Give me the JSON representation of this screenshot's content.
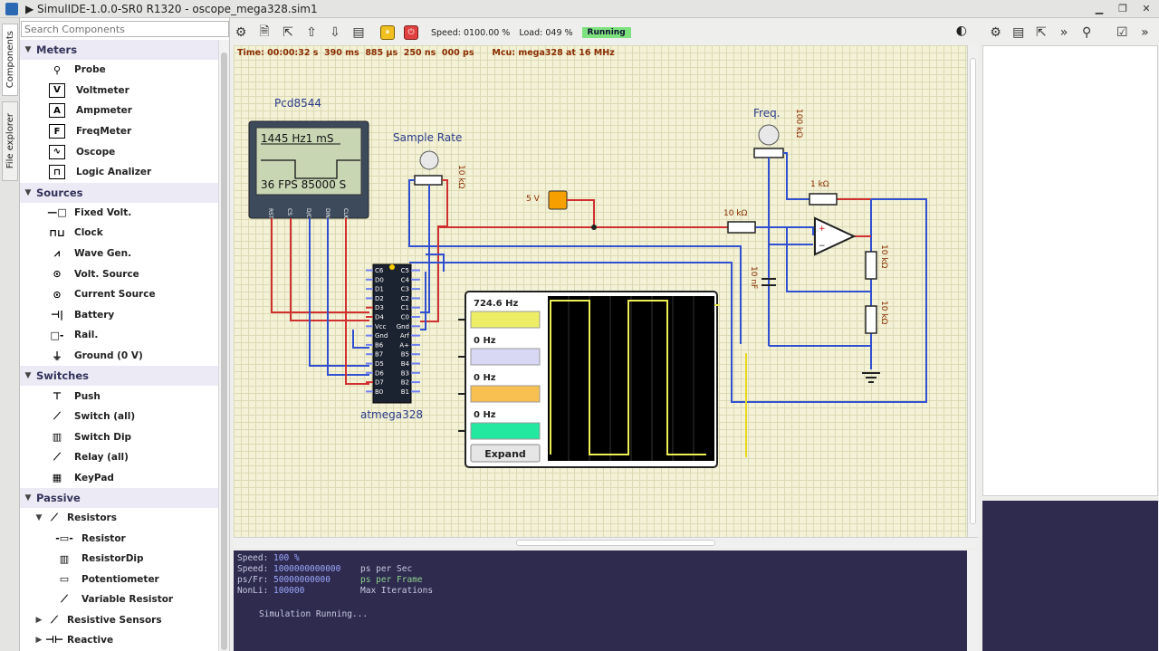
{
  "window": {
    "title": "▶ SimulIDE-1.0.0-SR0 R1320 - oscope_mega328.sim1"
  },
  "side_tabs": [
    "Components",
    "File explorer"
  ],
  "search": {
    "placeholder": "Search Components"
  },
  "tree": {
    "meters": {
      "label": "Meters",
      "items": [
        {
          "label": "Probe",
          "icon": "probe-icon"
        },
        {
          "label": "Voltmeter",
          "icon": "V"
        },
        {
          "label": "Ampmeter",
          "icon": "A"
        },
        {
          "label": "FreqMeter",
          "icon": "F"
        },
        {
          "label": "Oscope",
          "icon": "oscope-icon"
        },
        {
          "label": "Logic Analizer",
          "icon": "logic-analyzer-icon"
        }
      ]
    },
    "sources": {
      "label": "Sources",
      "items": [
        {
          "label": "Fixed Volt.",
          "icon": "fixed-volt-icon"
        },
        {
          "label": "Clock",
          "icon": "clock-icon"
        },
        {
          "label": "Wave Gen.",
          "icon": "wave-gen-icon"
        },
        {
          "label": "Volt. Source",
          "icon": "volt-source-icon"
        },
        {
          "label": "Current Source",
          "icon": "current-source-icon"
        },
        {
          "label": "Battery",
          "icon": "battery-icon"
        },
        {
          "label": "Rail.",
          "icon": "rail-icon"
        },
        {
          "label": "Ground (0 V)",
          "icon": "ground-icon"
        }
      ]
    },
    "switches": {
      "label": "Switches",
      "items": [
        {
          "label": "Push",
          "icon": "push-icon"
        },
        {
          "label": "Switch (all)",
          "icon": "switch-icon"
        },
        {
          "label": "Switch Dip",
          "icon": "switch-dip-icon"
        },
        {
          "label": "Relay (all)",
          "icon": "relay-icon"
        },
        {
          "label": "KeyPad",
          "icon": "keypad-icon"
        }
      ]
    },
    "passive": {
      "label": "Passive",
      "resistors": {
        "label": "Resistors",
        "items": [
          {
            "label": "Resistor",
            "icon": "resistor-icon"
          },
          {
            "label": "ResistorDip",
            "icon": "resistor-dip-icon"
          },
          {
            "label": "Potentiometer",
            "icon": "potentiometer-icon"
          },
          {
            "label": "Variable Resistor",
            "icon": "variable-resistor-icon"
          }
        ]
      },
      "resistive_sensors": {
        "label": "Resistive Sensors"
      },
      "reactive": {
        "label": "Reactive"
      }
    }
  },
  "toolbar": {
    "speed": "Speed: 0100.00 %",
    "load": "Load: 049 %",
    "state": "Running"
  },
  "canvas": {
    "time_label": "Time: 00:00:32 s  390 ms  885 µs  250 ns  000 ps",
    "mcu_label": "Mcu: mega328 at 16 MHz",
    "lcd_title": "Pcd8544",
    "lcd_line1": "1445 Hz1 mS",
    "lcd_line2": "36 FPS 85000 S",
    "lcd_pins": [
      "RST",
      "CS",
      "D/C",
      "DIN",
      "CLK"
    ],
    "sample_rate_label": "Sample Rate",
    "pot1_value": "10 kΩ",
    "freq_label": "Freq.",
    "pot2_value": "100 kΩ",
    "src_5v": "5 V",
    "r1": "1 kΩ",
    "r2": "10 kΩ",
    "r3": "10 kΩ",
    "r4": "10 kΩ",
    "cap": "10 nF",
    "mcu_name": "atmega328",
    "mcu_left_pins": [
      "C6",
      "D0",
      "D1",
      "D2",
      "D3",
      "D4",
      "Vcc",
      "Gnd",
      "B6",
      "B7",
      "D5",
      "D6",
      "D7",
      "B0"
    ],
    "mcu_right_pins": [
      "C5",
      "C4",
      "C3",
      "C2",
      "C1",
      "C0",
      "Gnd",
      "Arf",
      "A+",
      "B5",
      "B4",
      "B3",
      "B2",
      "B1"
    ],
    "oscope": {
      "channels": [
        "724.6 Hz",
        "0 Hz",
        "0 Hz",
        "0 Hz"
      ],
      "channel_colors": [
        "#eeee66",
        "#d8d8f4",
        "#f7c050",
        "#22e8a0"
      ],
      "expand": "Expand"
    }
  },
  "console": {
    "rows": [
      {
        "k": "Speed:",
        "v": "100 %",
        "u": ""
      },
      {
        "k": "Speed:",
        "v": "1000000000000",
        "u": "ps per Sec"
      },
      {
        "k": "ps/Fr:",
        "v": "50000000000",
        "u": "ps per Frame"
      },
      {
        "k": "NonLi:",
        "v": "100000",
        "u": "Max Iterations"
      }
    ],
    "message": "Simulation Running..."
  }
}
